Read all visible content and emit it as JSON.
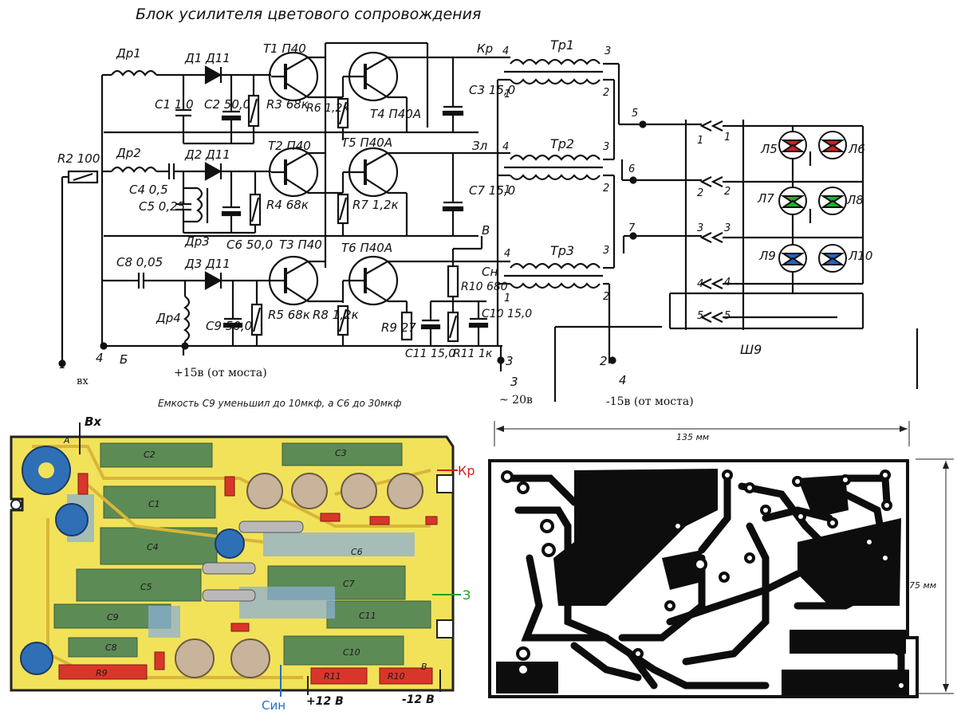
{
  "schematic": {
    "title": "Блок усилителя цветового сопровождения",
    "note": "Емкость C9 уменьшил до 10мкф, а C6 до 30мкф",
    "supply_pos": "+15в (от моста)",
    "supply_neg": "-15в (от моста)",
    "ac_supply": "~ 20в",
    "input_label": "вх",
    "node_b": "Б",
    "node_v": "В",
    "node_sn": "Сн",
    "node_kr": "Кр",
    "node_zl": "Зл",
    "connector": "Ш9",
    "labels": {
      "dr1": "Др1",
      "dr2": "Др2",
      "dr3": "Др3",
      "dr4": "Др4",
      "d1": "Д1 Д11",
      "d2": "Д2 Д11",
      "d3": "Д3 Д11",
      "t1": "Т1 П40",
      "t2": "Т2 П40",
      "t3": "Т3 П40",
      "t4": "Т4 П40А",
      "t5": "Т5 П40А",
      "t6": "Т6 П40А",
      "r2": "R2 100",
      "r3": "R3 68к",
      "r4": "R4 68к",
      "r5": "R5 68к",
      "r6": "R6 1,2к",
      "r7": "R7 1,2к",
      "r8": "R8 1,2к",
      "r9": "R9 27",
      "r10": "R10 680",
      "r11": "R11 1к",
      "c1": "C1 1,0",
      "c2": "C2 50,0",
      "c3": "C3 15,0",
      "c4": "C4 0,5",
      "c5": "C5 0,25",
      "c6": "C6 50,0",
      "c7": "C7 15,0",
      "c8": "C8 0,05",
      "c9": "C9 50,0",
      "c10": "C10 15,0",
      "c11": "C11 15,0",
      "tr1": "Тр1",
      "tr2": "Тр2",
      "tr3": "Тр3",
      "l5": "Л5",
      "l6": "Л6",
      "l7": "Л7",
      "l8": "Л8",
      "l9": "Л9",
      "l10": "Л10"
    }
  },
  "assembly": {
    "input": "Вх",
    "out_kr": "Кр",
    "out_z": "З",
    "out_sin": "Син",
    "plus12": "+12 В",
    "minus12": "-12 В"
  },
  "pcb": {
    "width_label": "135 мм",
    "height_label": "75 мм"
  },
  "colors": {
    "board_yellow": "#f2e25a",
    "pad_blue": "#2f6fb6",
    "cap_green": "#5c8b55",
    "res_red": "#d9362b",
    "led_red": "#d41d1d",
    "led_green": "#1fb42a",
    "led_blue": "#2563c4",
    "ink": "#111111"
  }
}
